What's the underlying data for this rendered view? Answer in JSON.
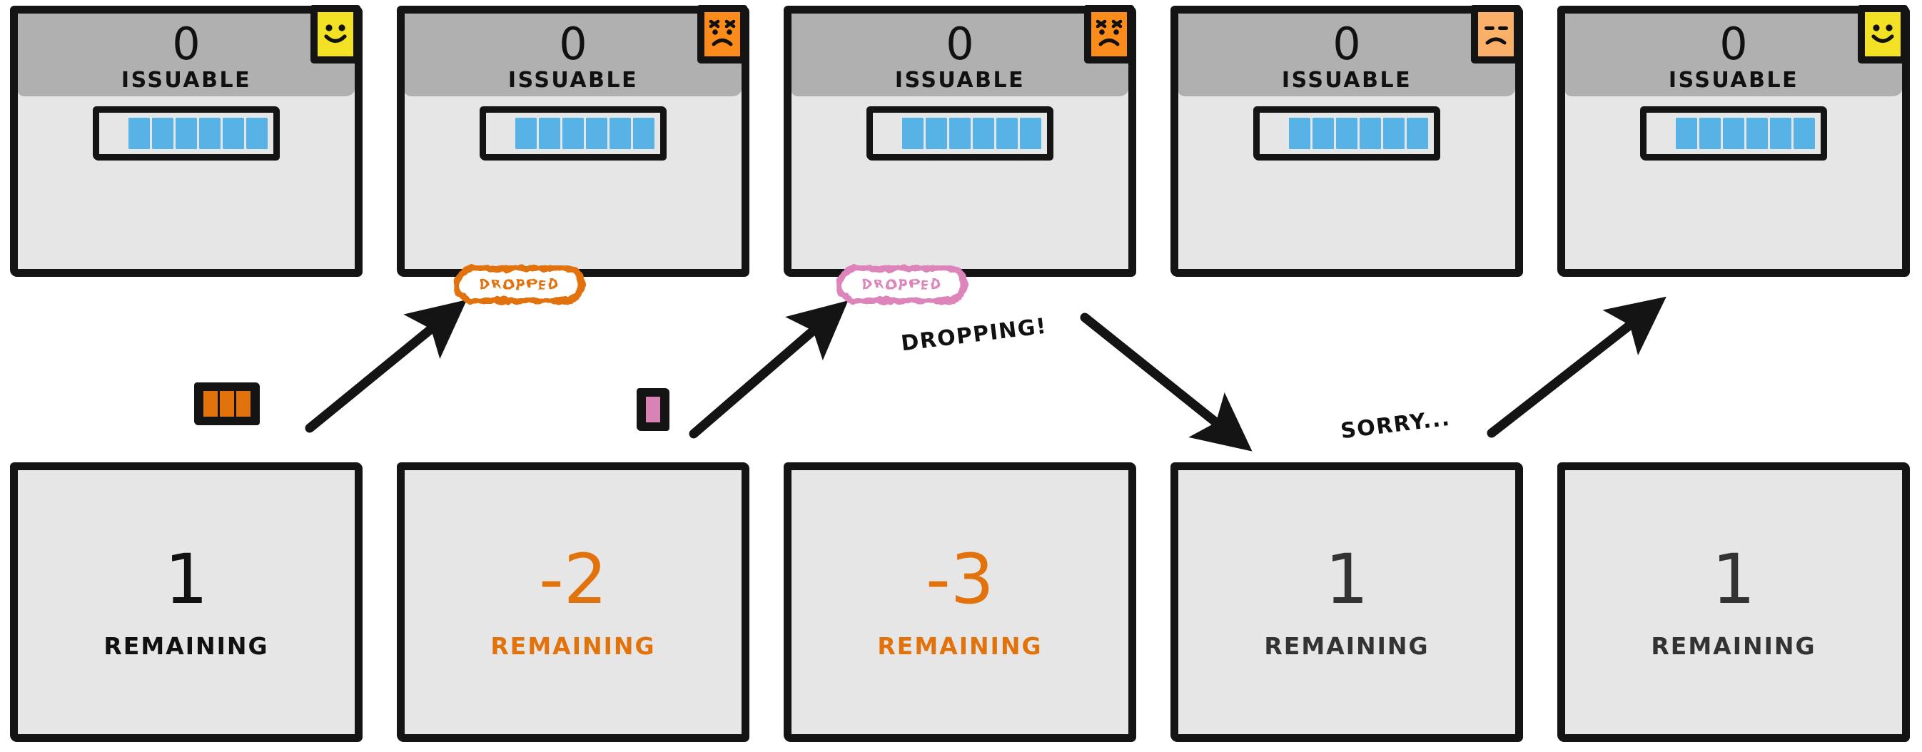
{
  "columns": [
    {
      "top": {
        "count": "0",
        "label": "ISSUABLE",
        "badge": {
          "name": "smiley-happy-icon",
          "mood": "happy",
          "color": "#f2e124"
        },
        "slots": {
          "total": 7,
          "filled": 6,
          "empty": 1,
          "filled_color": "#57b3e6"
        },
        "dropped": null
      },
      "bottom": {
        "value": "1",
        "label": "REMAINING",
        "color": "#111111"
      }
    },
    {
      "top": {
        "count": "0",
        "label": "ISSUABLE",
        "badge": {
          "name": "smiley-angry-icon",
          "mood": "angry",
          "color": "#fb8c1c"
        },
        "slots": {
          "total": 7,
          "filled": 6,
          "empty": 1,
          "filled_color": "#57b3e6"
        },
        "dropped": {
          "text": "DROPPED",
          "color": "#e2720b"
        }
      },
      "bottom": {
        "value": "-2",
        "label": "REMAINING",
        "color": "#e2720b"
      }
    },
    {
      "top": {
        "count": "0",
        "label": "ISSUABLE",
        "badge": {
          "name": "smiley-angry-icon",
          "mood": "angry",
          "color": "#fb8c1c"
        },
        "slots": {
          "total": 7,
          "filled": 6,
          "empty": 1,
          "filled_color": "#57b3e6"
        },
        "dropped": {
          "text": "DROPPED",
          "color": "#dd84bb"
        }
      },
      "bottom": {
        "value": "-3",
        "label": "REMAINING",
        "color": "#e2720b"
      }
    },
    {
      "top": {
        "count": "0",
        "label": "ISSUABLE",
        "badge": {
          "name": "smiley-neutral-icon",
          "mood": "neutral",
          "color": "#fbb069"
        },
        "slots": {
          "total": 7,
          "filled": 6,
          "empty": 1,
          "filled_color": "#57b3e6"
        },
        "dropped": null
      },
      "bottom": {
        "value": "1",
        "label": "REMAINING",
        "color": "#333333"
      }
    },
    {
      "top": {
        "count": "0",
        "label": "ISSUABLE",
        "badge": {
          "name": "smiley-happy-icon",
          "mood": "happy",
          "color": "#f2e124"
        },
        "slots": {
          "total": 7,
          "filled": 6,
          "empty": 1,
          "filled_color": "#57b3e6"
        },
        "dropped": null
      },
      "bottom": {
        "value": "1",
        "label": "REMAINING",
        "color": "#333333"
      }
    }
  ],
  "tokens": [
    {
      "name": "orange-request-token",
      "cells": 3,
      "color": "#e2720b"
    },
    {
      "name": "pink-request-token",
      "cells": 1,
      "color": "#d982b5"
    }
  ],
  "notes": [
    {
      "name": "dropping-note",
      "text": "DROPPING!"
    },
    {
      "name": "sorry-note",
      "text": "SORRY..."
    }
  ],
  "palette": {
    "ink": "#141414",
    "header_gray": "#b0b0b0",
    "card_gray": "#e6e6e6",
    "slot_blue": "#57b3e6",
    "orange": "#e2720b",
    "pink": "#dd84bb",
    "yellow": "#f2e124",
    "amber": "#fb8c1c",
    "peach": "#fbb069"
  }
}
